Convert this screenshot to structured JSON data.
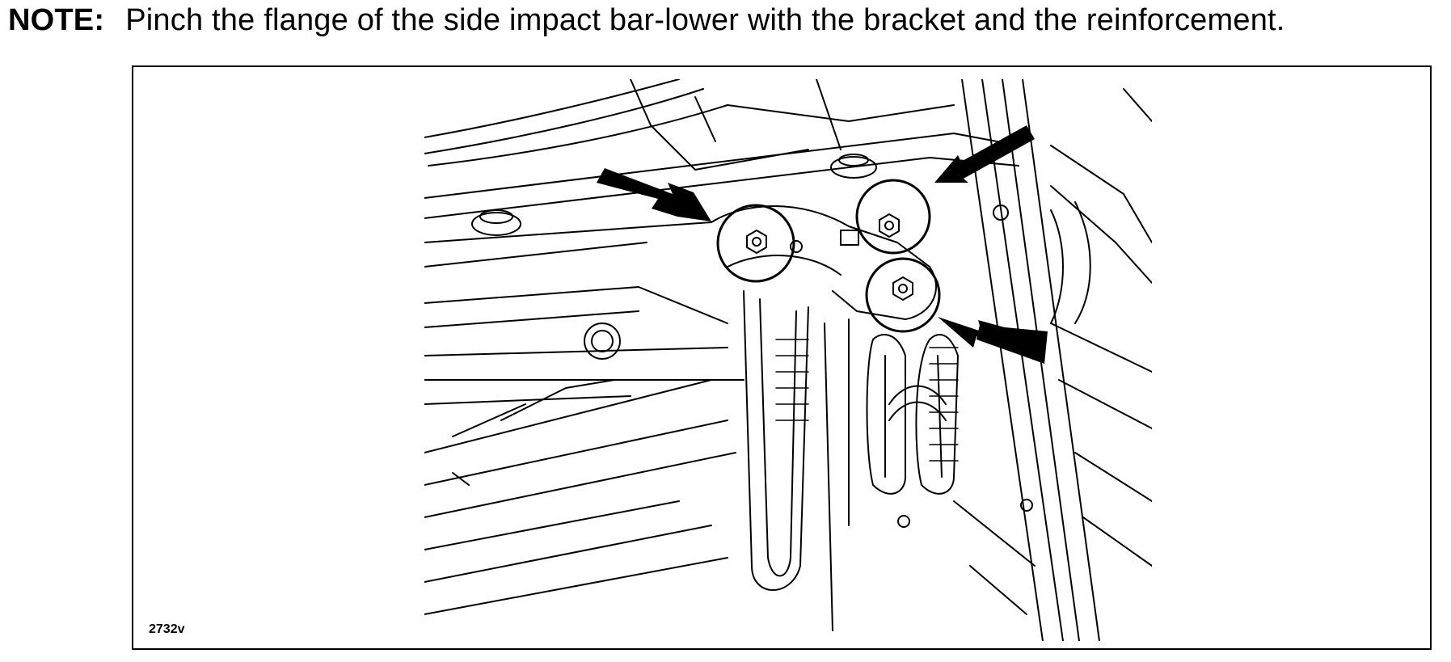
{
  "note": {
    "label": "NOTE:",
    "text": "Pinch the flange of the side impact bar-lower with the bracket and the reinforcement."
  },
  "figure": {
    "id": "2732v",
    "callouts": [
      "arrow-upper-left",
      "arrow-upper-right",
      "arrow-lower-right"
    ]
  }
}
